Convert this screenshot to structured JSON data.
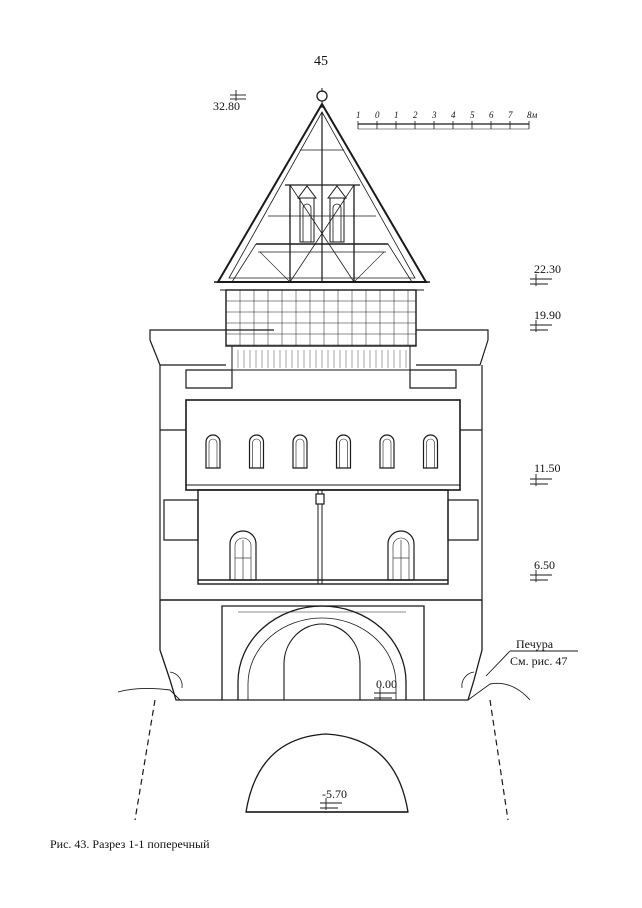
{
  "page_number": "45",
  "caption": "Рис. 43. Разрез 1-1 поперечный",
  "scale_bar": {
    "ticks": [
      "1",
      "0",
      "1",
      "2",
      "3",
      "4",
      "5",
      "6",
      "7",
      "8м"
    ]
  },
  "elevations": [
    {
      "id": "spire-top",
      "value": "32.80"
    },
    {
      "id": "roof-base",
      "value": "22.30"
    },
    {
      "id": "parapet",
      "value": "19.90"
    },
    {
      "id": "upper-floor",
      "value": "11.50"
    },
    {
      "id": "middle-floor",
      "value": "6.50"
    },
    {
      "id": "ground",
      "value": "0.00"
    },
    {
      "id": "basement",
      "value": "-5.70"
    }
  ],
  "annotation": {
    "title": "Печура",
    "reference": "См. рис. 47"
  }
}
